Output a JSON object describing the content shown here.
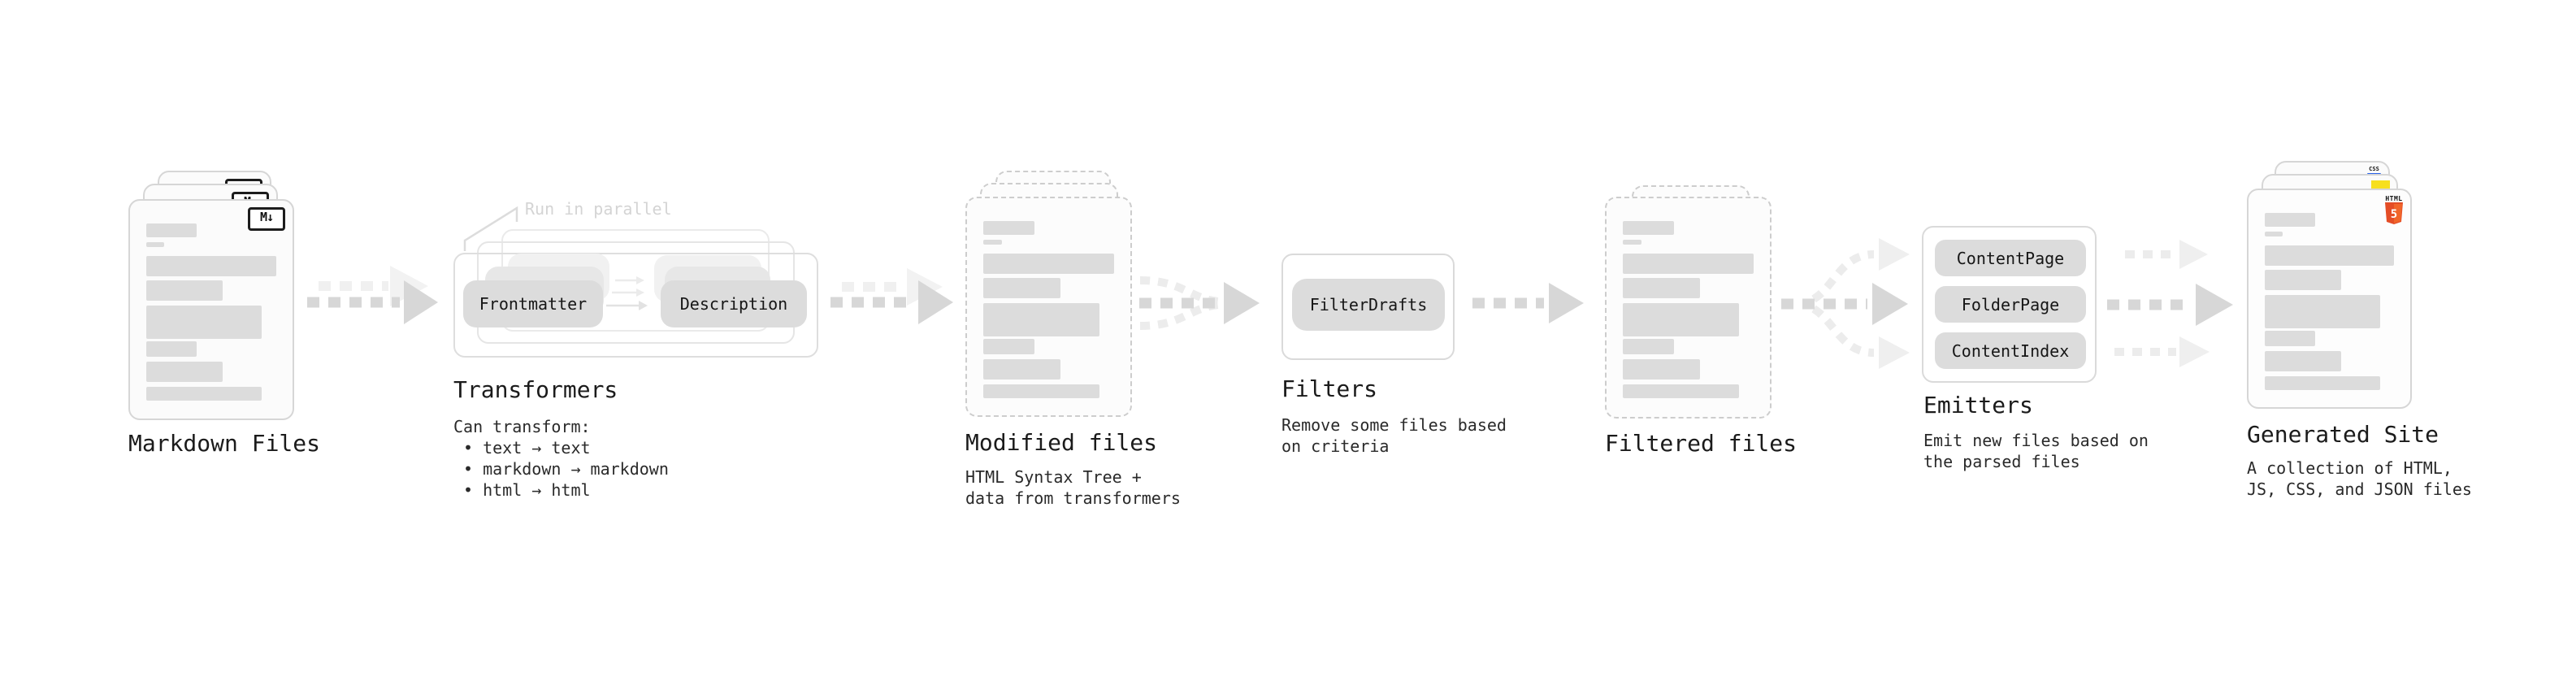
{
  "stages": {
    "markdown": {
      "label": "Markdown Files",
      "badge": "M↓"
    },
    "transformers": {
      "label": "Transformers",
      "annotation": "Run in parallel",
      "pill_left": "Frontmatter",
      "pill_right": "Description",
      "note_title": "Can transform:",
      "bullets": [
        "• text → text",
        "• markdown → markdown",
        "• html → html"
      ]
    },
    "modified": {
      "label": "Modified files",
      "note": [
        "HTML Syntax Tree +",
        "data from transformers"
      ]
    },
    "filters": {
      "label": "Filters",
      "pill": "FilterDrafts",
      "note": [
        "Remove some files based",
        "on criteria"
      ]
    },
    "filtered": {
      "label": "Filtered files"
    },
    "emitters": {
      "label": "Emitters",
      "pills": [
        "ContentPage",
        "FolderPage",
        "ContentIndex"
      ],
      "note": [
        "Emit new files based on",
        "the parsed files"
      ]
    },
    "generated": {
      "label": "Generated Site",
      "note": [
        "A collection of HTML,",
        "JS, CSS, and JSON files"
      ],
      "css_badge": "CSS",
      "html_badge": "HTML",
      "html_badge_number": "5"
    }
  },
  "colors": {
    "arrow_main": "#d7d7d7",
    "arrow_faint": "#eeeeee",
    "pill_fill": "#dcdcdc",
    "card_border": "#d6d6d6",
    "bar_fill": "#dcdcdc",
    "html5_orange": "#e44d26",
    "html5_orange_light": "#f16529",
    "js_yellow": "#f7df1e",
    "css_blue": "#2862e9"
  }
}
